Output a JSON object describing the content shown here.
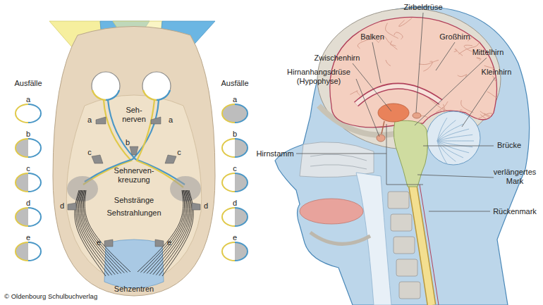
{
  "diagram": {
    "labels": [
      "Ausfälle",
      "a",
      "b",
      "c",
      "d",
      "e",
      "Ausfälle",
      "a",
      "b",
      "c",
      "d",
      "e",
      "a",
      "a",
      "Seh- nerven",
      "b",
      "c",
      "c",
      "Sehnerven- kreuzung",
      "d",
      "d",
      "Sehstränge",
      "Sehstrahlungen",
      "e",
      "e",
      "Sehzentren",
      "Zirbeldrüse",
      "Balken",
      "Großhirn",
      "Zwischenhirn",
      "Mittelhirn",
      "Hirnanhangsdrüse (Hypophyse)",
      "Kleinhirn",
      "Hirnstamm",
      "Brücke",
      "verlängertes Mark",
      "Rückenmark",
      "© Oldenbourg Schulbuchverlag"
    ]
  }
}
